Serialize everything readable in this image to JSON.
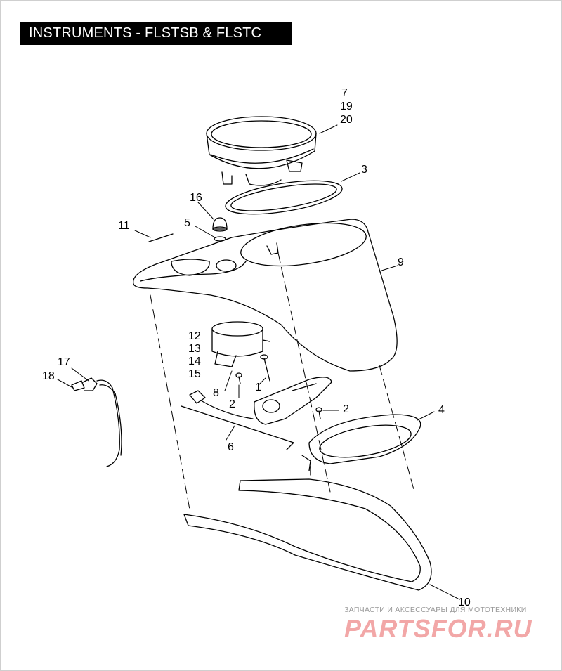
{
  "title": "INSTRUMENTS - FLSTSB & FLSTC",
  "callouts": {
    "c1": "1",
    "c2a": "2",
    "c2b": "2",
    "c3": "3",
    "c4": "4",
    "c5": "5",
    "c6": "6",
    "c7": "7",
    "c8": "8",
    "c9": "9",
    "c10": "10",
    "c11": "11",
    "c12": "12",
    "c13": "13",
    "c14": "14",
    "c15": "15",
    "c16": "16",
    "c17": "17",
    "c18": "18",
    "c19": "19",
    "c20": "20"
  },
  "watermark": {
    "caption": "ЗАПЧАСТИ И АКСЕССУАРЫ ДЛЯ МОТОТЕХНИКИ",
    "logo_text": "PARTSFOR.RU",
    "logo_color": "#f2a7a7"
  }
}
